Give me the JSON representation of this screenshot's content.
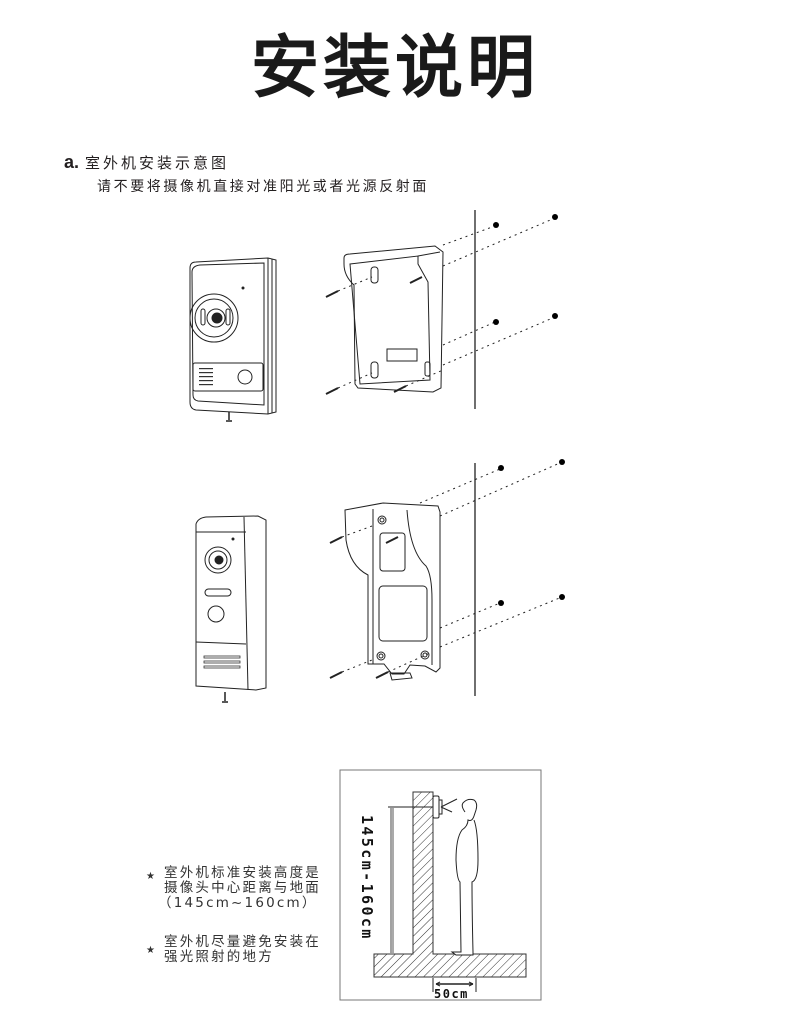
{
  "page": {
    "title": "安装说明"
  },
  "section_a": {
    "marker": "a.",
    "heading": "室外机安装示意图",
    "warning": "请不要将摄像机直接对准阳光或者光源反射面"
  },
  "figures": {
    "install_1": {
      "subject": "outdoor-unit-horizontal-model",
      "screws": 4,
      "wall_holes": 4
    },
    "install_2": {
      "subject": "outdoor-unit-slim-model",
      "screws": 4,
      "wall_holes": 4
    },
    "height_diagram": {
      "height_label": "145cm-160cm",
      "distance_label": "50cm"
    }
  },
  "notes": [
    {
      "bullet": "★",
      "lines": [
        "室外机标准安装高度是",
        "摄像头中心距离与地面",
        "（145cm~160cm）"
      ]
    },
    {
      "bullet": "★",
      "lines": [
        "室外机尽量避免安装在",
        "强光照射的地方"
      ]
    }
  ]
}
